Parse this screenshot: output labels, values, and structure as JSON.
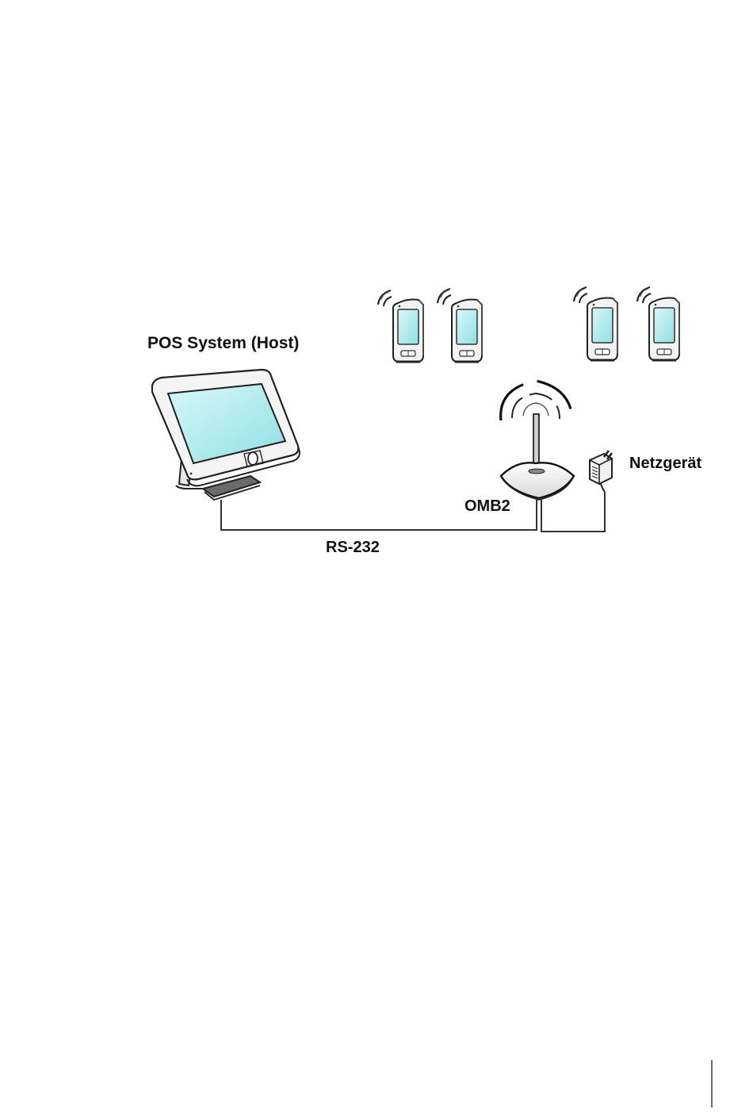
{
  "labels": {
    "pos_host": "POS System (Host)",
    "base_station": "OMB2",
    "power_supply": "Netzgerät",
    "connection": "RS-232"
  },
  "colors": {
    "line": "#222222",
    "screen": "#9fe7e9",
    "screen_light": "#d9f8f9",
    "device_body": "#f2f2f2",
    "shadow": "#6b6b6b"
  },
  "icons": [
    "pos-terminal-icon",
    "handheld-terminal-icon",
    "wireless-signal-icon",
    "base-station-icon",
    "power-adapter-icon"
  ]
}
